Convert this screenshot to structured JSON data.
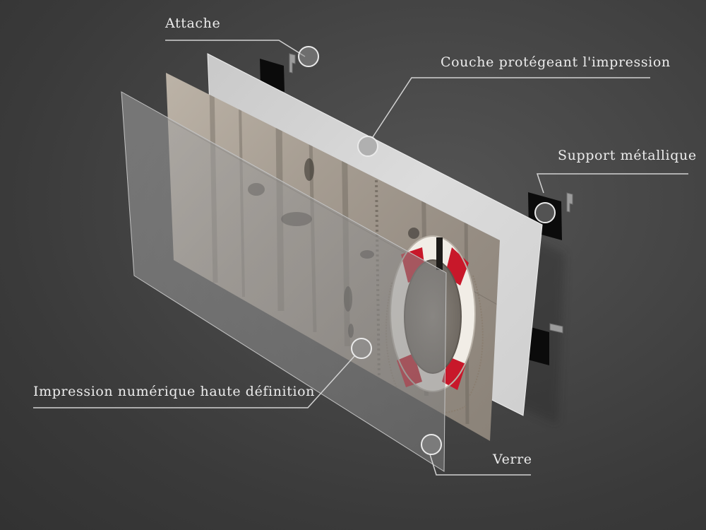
{
  "diagram": {
    "callouts": {
      "attache": "Attache",
      "couche": "Couche protégeant l'impression",
      "support": "Support métallique",
      "impression": "Impression numérique haute définition",
      "verre": "Verre"
    },
    "colors": {
      "background": "#3b3b3b",
      "label_text": "#ececec",
      "leader_line": "#d2d2d2",
      "ring_red": "#c8182a",
      "ring_white": "#f1ede6",
      "back_panel": "#d4d4d4",
      "glass_panel": "#9a9a9a",
      "print_panel": "#a39a8f"
    }
  }
}
